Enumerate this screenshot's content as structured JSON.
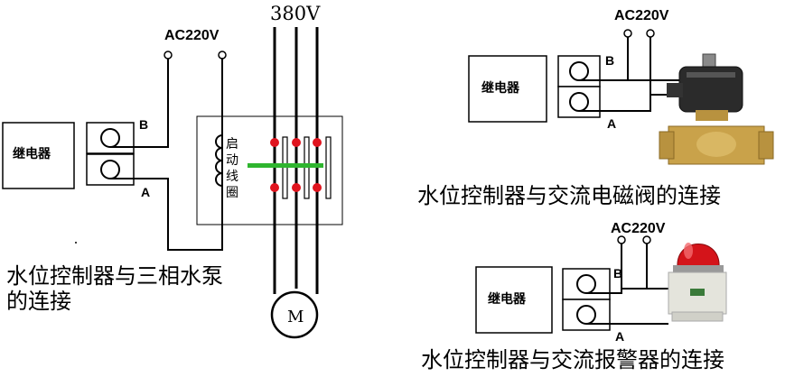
{
  "pump": {
    "relay_label": "继电器",
    "terminal_b": "B",
    "terminal_a": "A",
    "ac_label": "AC220V",
    "voltage_label": "380V",
    "coil_label": [
      "启",
      "动",
      "线",
      "圈"
    ],
    "motor_label": "M",
    "caption_line1": "水位控制器与三相水泵",
    "caption_line2": "的连接"
  },
  "valve": {
    "relay_label": "继电器",
    "terminal_b": "B",
    "terminal_a": "A",
    "ac_label": "AC220V",
    "caption": "水位控制器与交流电磁阀的连接"
  },
  "alarm": {
    "relay_label": "继电器",
    "terminal_b": "B",
    "terminal_a": "A",
    "ac_label": "AC220V",
    "caption": "水位控制器与交流报警器的连接"
  },
  "colors": {
    "contact_dot": "#e0141e",
    "armature_bar": "#2fb52f",
    "valve_brass": "#c9a24a",
    "alarm_lamp": "#d4141a"
  }
}
